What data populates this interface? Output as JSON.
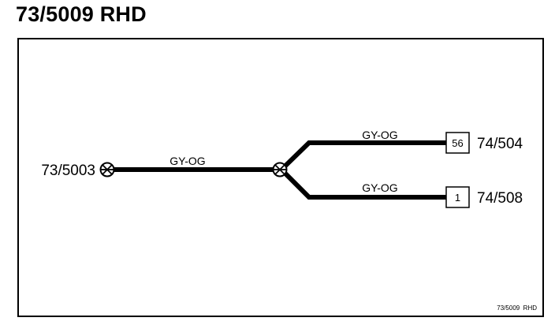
{
  "header": {
    "title": "73/5009 RHD"
  },
  "diagram": {
    "source_connector": "73/5003",
    "splice_wire_label": "GY-OG",
    "branches": [
      {
        "wire_label": "GY-OG",
        "pin": "56",
        "connector": "74/504"
      },
      {
        "wire_label": "GY-OG",
        "pin": "1",
        "connector": "74/508"
      }
    ],
    "footer_ref": "73/5009  RHD"
  },
  "colors": {
    "wire": "#000000",
    "background": "#ffffff"
  }
}
